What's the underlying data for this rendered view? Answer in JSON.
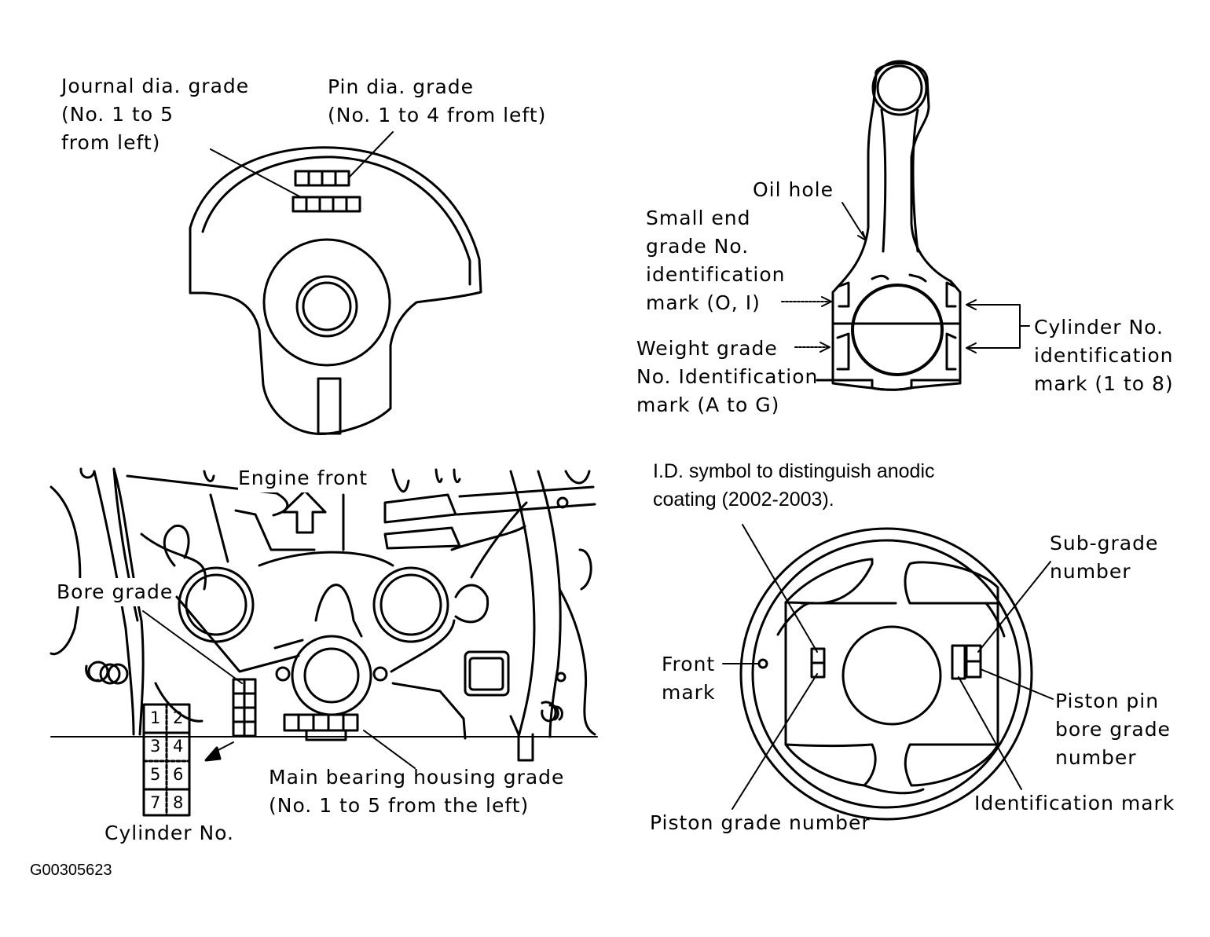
{
  "crankshaft": {
    "journal_label": "Journal dia. grade\n(No. 1 to 5\nfrom left)",
    "pin_label": "Pin dia. grade\n(No. 1 to 4 from left)"
  },
  "connecting_rod": {
    "oil_hole": "Oil hole",
    "small_end": "Small end\ngrade No.\nidentification\nmark (O, I)",
    "weight_grade": "Weight grade\nNo. Identification\nmark (A to G)",
    "cylinder_no": "Cylinder No.\nidentification\nmark (1 to 8)"
  },
  "block": {
    "engine_front": "Engine front",
    "bore_grade": "Bore grade",
    "main_bearing": "Main bearing housing grade\n(No. 1 to 5 from the left)",
    "cylinder_no": "Cylinder No.",
    "cylinder_cells": [
      "1",
      "2",
      "3",
      "4",
      "5",
      "6",
      "7",
      "8"
    ]
  },
  "piston": {
    "id_symbol": "I.D. symbol to distinguish anodic\ncoating (2002-2003).",
    "sub_grade": "Sub-grade\nnumber",
    "front_mark": "Front\nmark",
    "pin_bore": "Piston pin\nbore grade\nnumber",
    "grade_number": "Piston grade number",
    "identification": "Identification mark"
  },
  "figure_id": "G00305623"
}
